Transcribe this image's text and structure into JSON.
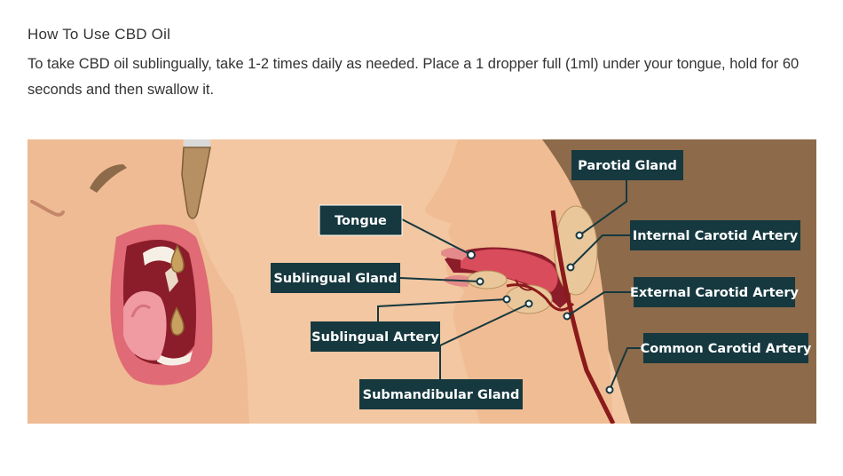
{
  "article": {
    "heading": "How To Use CBD Oil",
    "paragraph": "To take CBD oil sublingually, take 1-2 times daily as needed. Place a 1 dropper full (1ml) under your tongue, hold for 60 seconds and then swallow it."
  },
  "illustration": {
    "colors": {
      "background": "#f2c7a2",
      "skin": "#efbb94",
      "hair": "#8c6a4a",
      "label_fill": "#16383f",
      "artery": "#8b1a1a",
      "mouth": "#d94c5b",
      "oil": "#c8a060"
    },
    "labels": {
      "tongue": "Tongue",
      "sublingual_gland": "Sublingual Gland",
      "sublingual_artery": "Sublingual Artery",
      "submandibular_gland": "Submandibular Gland",
      "parotid_gland": "Parotid Gland",
      "internal_carotid": "Internal Carotid Artery",
      "external_carotid": "External Carotid Artery",
      "common_carotid": "Common Carotid Artery"
    }
  }
}
